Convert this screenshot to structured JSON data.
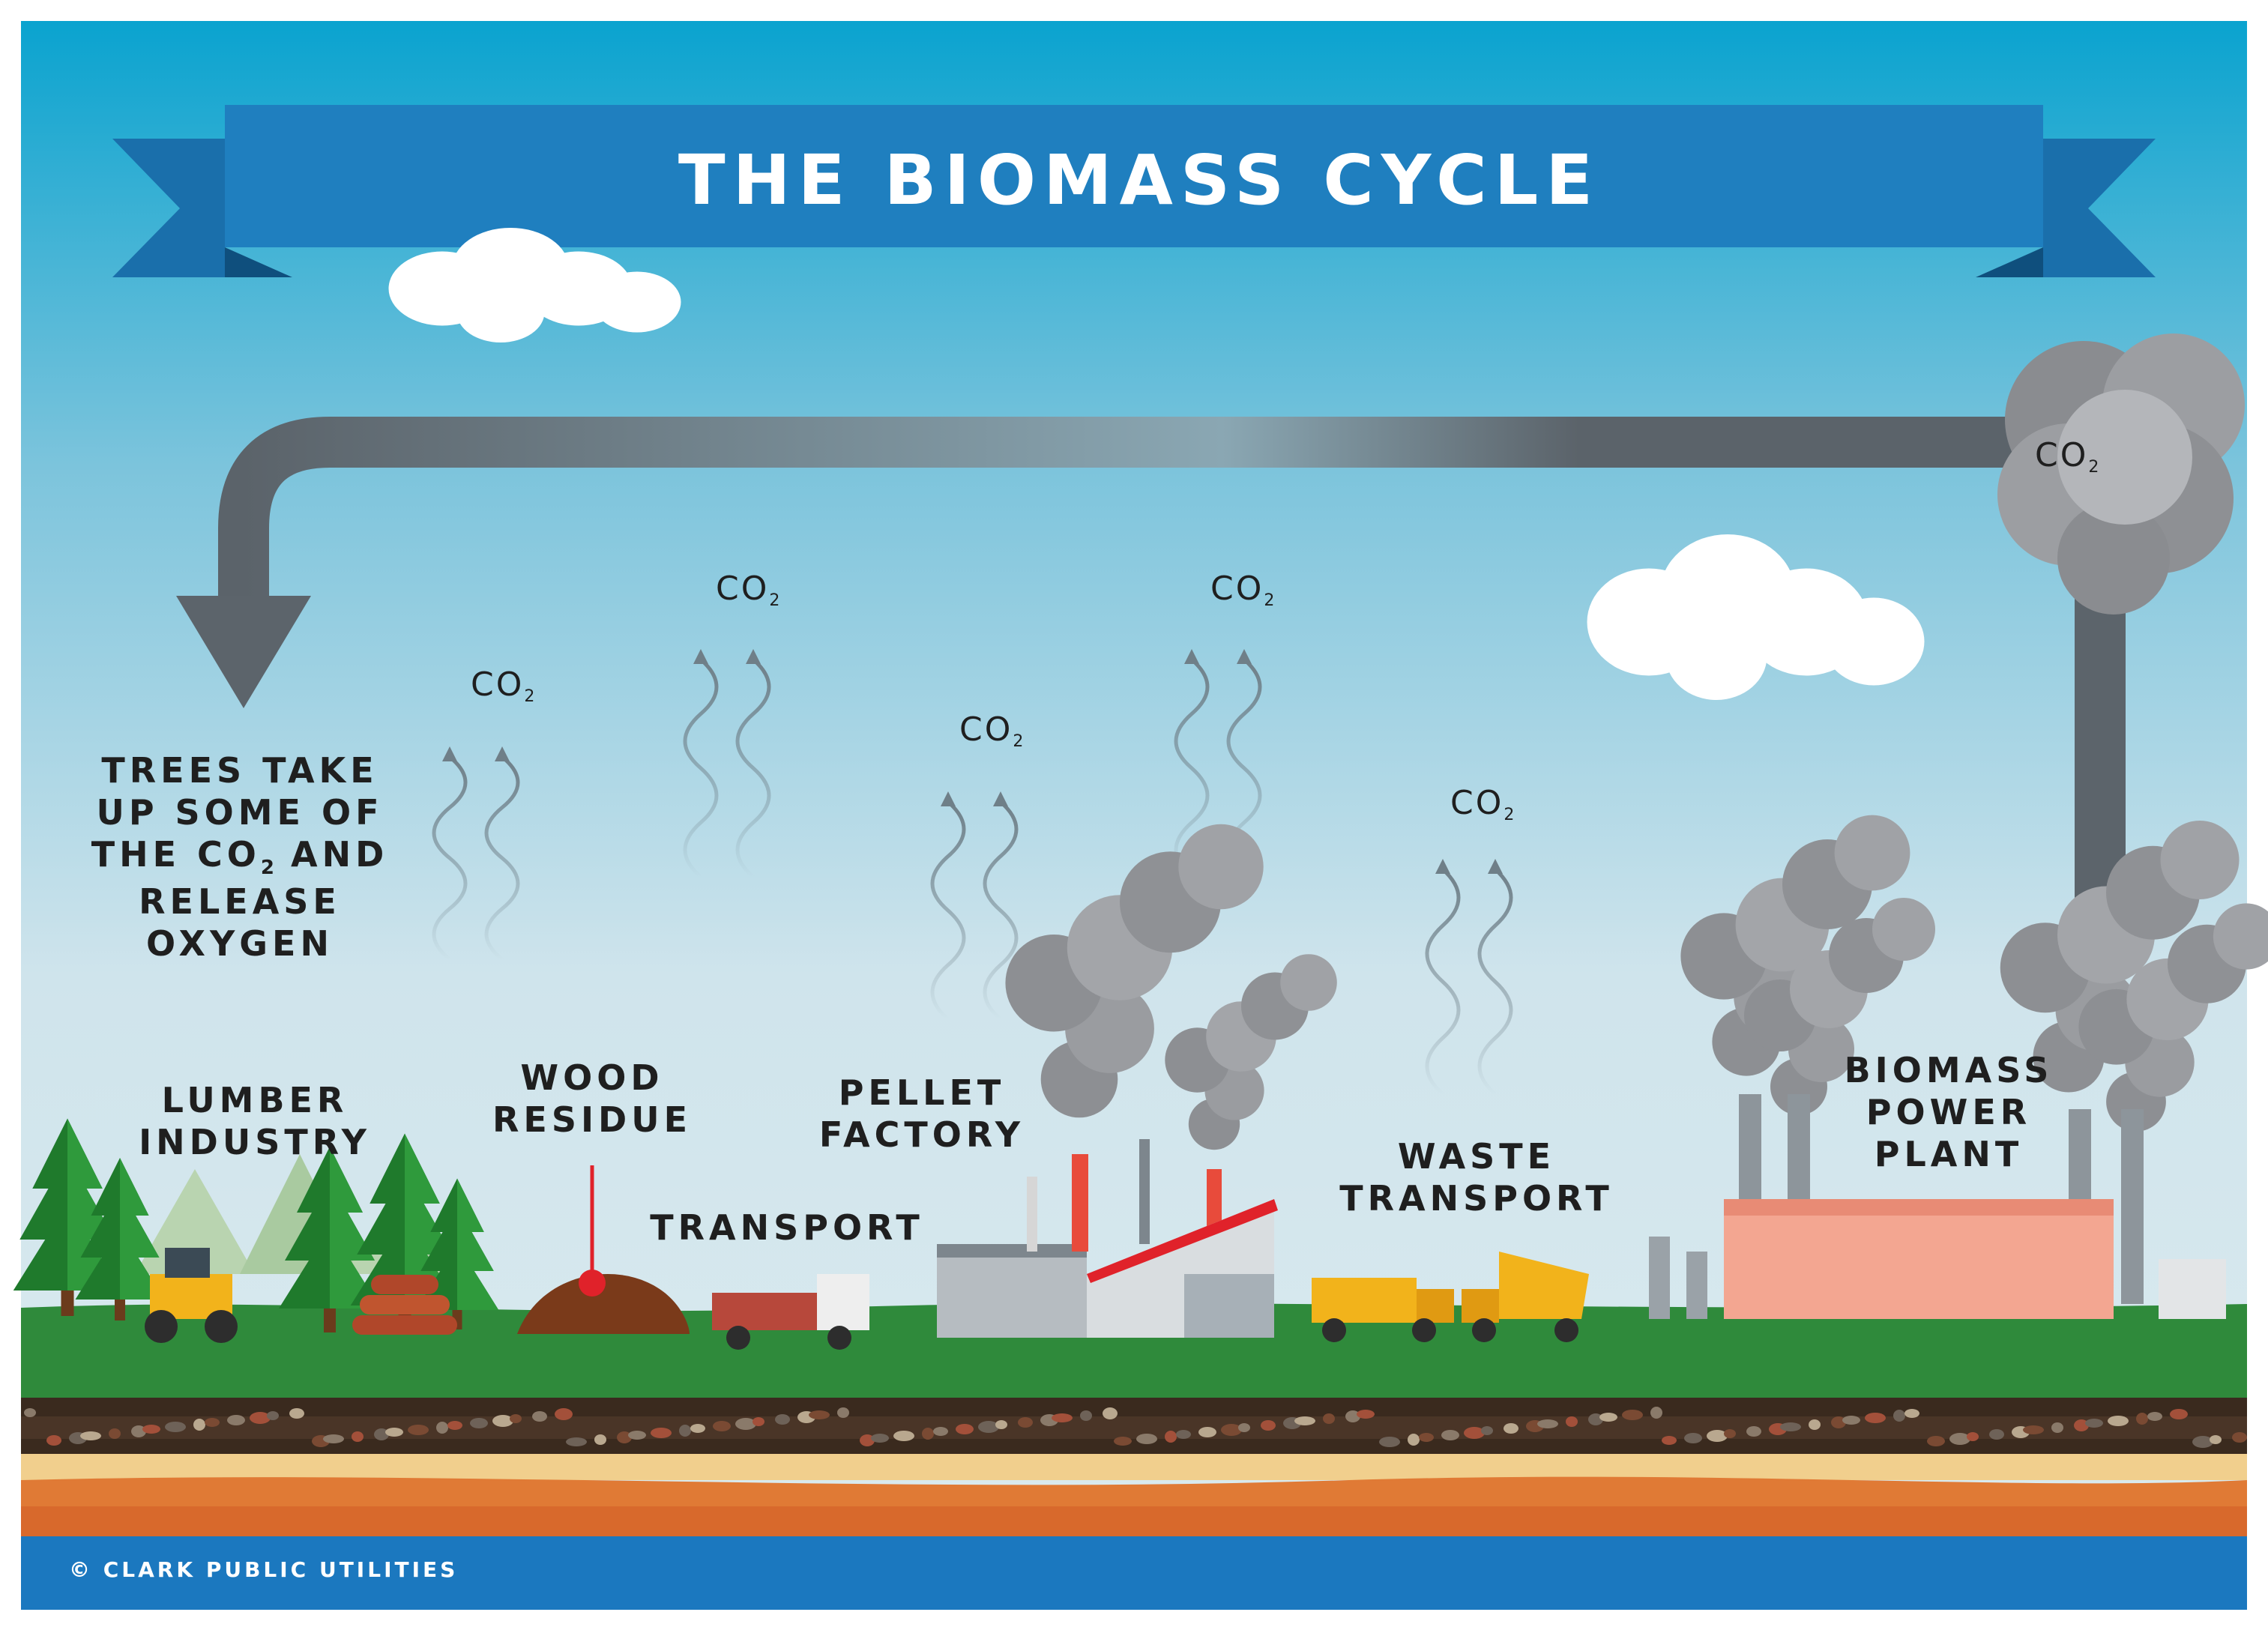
{
  "title": "THE BIOMASS CYCLE",
  "credit": "© CLARK PUBLIC UTILITIES",
  "co2": {
    "base": "CO",
    "sub": "2"
  },
  "trees_note": {
    "lines": [
      "TREES TAKE",
      "UP SOME OF"
    ],
    "line3_before": "THE CO",
    "line3_sub": "2",
    "line3_after": " AND",
    "lines_end": [
      "RELEASE",
      "OXYGEN"
    ]
  },
  "stages": {
    "lumber": [
      "LUMBER",
      "INDUSTRY"
    ],
    "residue": [
      "WOOD",
      "RESIDUE"
    ],
    "transport": [
      "TRANSPORT"
    ],
    "pellet": [
      "PELLET",
      "FACTORY"
    ],
    "waste": [
      "WASTE",
      "TRANSPORT"
    ],
    "power": [
      "BIOMASS",
      "POWER",
      "PLANT"
    ]
  },
  "colors": {
    "sky_top": "#0aa3cf",
    "sky_bottom": "#d9eaf0",
    "banner": "#1f7fbf",
    "banner_dark": "#135f93",
    "cycle_arrow": "#5c646b",
    "grass": "#2f8a3b",
    "soil": "#3a2a1e",
    "sand": "#f1cf8d",
    "clay": "#e0702f",
    "footer": "#1b78bf"
  }
}
